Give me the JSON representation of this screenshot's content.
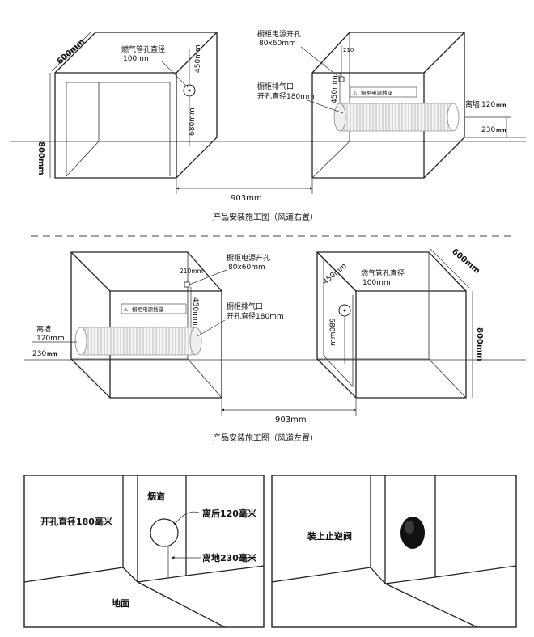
{
  "top": {
    "dim_depth": "600mm",
    "dim_height": "800mm",
    "gas_label_1": "燃气管孔直径",
    "gas_label_2": "100mm",
    "dim_450_left": "450mm",
    "dim_680": "680mm",
    "power_label_1": "橱柜电源开孔",
    "power_label_2": "80x60mm",
    "dim_210": "210",
    "dim_450_right": "450mm",
    "socket_label": "橱柜电源插座",
    "exhaust_label_1": "橱柜排气口",
    "exhaust_label_2": "开孔直径180mm",
    "wall_label": "离墙",
    "dim_120": "120",
    "dim_120_unit": "mm",
    "dim_230": "230",
    "dim_230_unit": "mm",
    "dim_903": "903mm",
    "caption": "产品安装施工图（风道右置）"
  },
  "mid": {
    "dim_210": "210mm",
    "power_label_1": "橱柜电源开孔",
    "power_label_2": "80x60mm",
    "dim_450": "450mm",
    "socket_label": "橱柜电源插座",
    "exhaust_label_1": "橱柜排气口",
    "exhaust_label_2": "开孔直径180mm",
    "wall_label": "离墙",
    "dim_120": "120mm",
    "dim_230": "230",
    "dim_230_unit": "mm",
    "gas_label_1": "燃气管孔直径",
    "gas_label_2": "100mm",
    "dim_450_right": "450mm",
    "dim_680": "mm089",
    "dim_depth": "600mm",
    "dim_height": "800mm",
    "dim_903": "903mm",
    "caption": "产品安装施工图（风道左置）"
  },
  "bottom_left": {
    "hole_label": "开孔直径180毫米",
    "flue_label": "烟道",
    "back_label": "离后120毫米",
    "floor_dist_label": "离地230毫米",
    "floor_label": "地面"
  },
  "bottom_right": {
    "valve_label": "装上止逆阀"
  }
}
